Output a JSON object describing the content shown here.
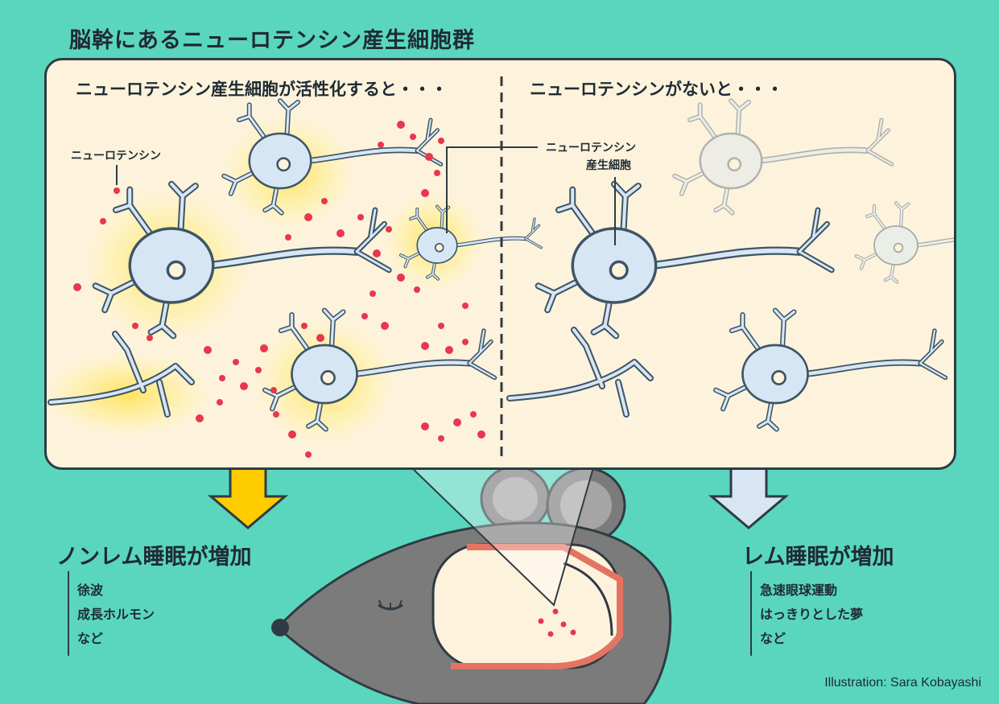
{
  "title": "脳幹にあるニューロテンシン産生細胞群",
  "left_panel": {
    "heading": "ニューロテンシン産生細胞が活性化すると・・・",
    "label": "ニューロテンシン"
  },
  "right_panel": {
    "heading": "ニューロテンシンがないと・・・",
    "label_line1": "ニューロテンシン",
    "label_line2": "産生細胞"
  },
  "left_outcome": {
    "title": "ノンレム睡眠が増加",
    "items": [
      "徐波",
      "成長ホルモン",
      "など"
    ]
  },
  "right_outcome": {
    "title": "レム睡眠が増加",
    "items": [
      "急速眼球運動",
      "はっきりとした夢",
      "など"
    ]
  },
  "credit": "Illustration: Sara Kobayashi",
  "colors": {
    "background": "#5ad6bf",
    "panel": "#fdf3dd",
    "neuron_fill": "#d7e6f4",
    "neuron_stroke": "#3d5566",
    "glow": "#ffe14a",
    "peptide": "#e8374f",
    "arrow_left": "#ffcc00",
    "arrow_right": "#d8e6f4",
    "mouse": "#7b7b7b"
  }
}
